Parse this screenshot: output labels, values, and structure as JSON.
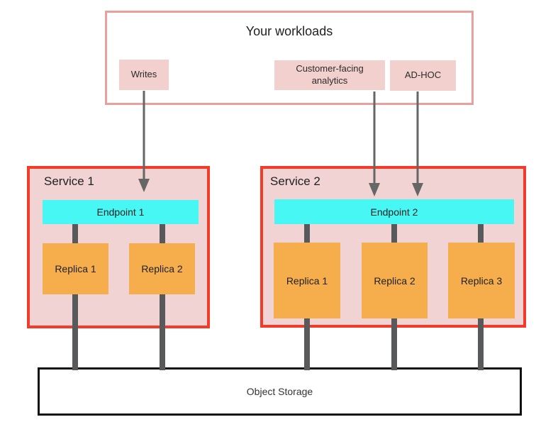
{
  "diagram": {
    "workloads": {
      "title": "Your workloads",
      "items": [
        {
          "label": "Writes"
        },
        {
          "label": "Customer-facing analytics"
        },
        {
          "label": "AD-HOC"
        }
      ]
    },
    "services": [
      {
        "title": "Service 1",
        "endpoint_label": "Endpoint 1",
        "replicas": [
          "Replica 1",
          "Replica 2"
        ]
      },
      {
        "title": "Service 2",
        "endpoint_label": "Endpoint 2",
        "replicas": [
          "Replica 1",
          "Replica 2",
          "Replica 3"
        ]
      }
    ],
    "storage": {
      "label": "Object Storage"
    },
    "colors": {
      "workloads_border": "#e9a09c",
      "chip_fill": "#f2d0cd",
      "service_border": "#f33b29",
      "service_fill": "#f0d3d2",
      "endpoint_fill": "#46f7f4",
      "replica_fill": "#f5ae4b",
      "connector_gray": "#58595b",
      "arrow_gray": "#666666",
      "storage_border": "#111111"
    }
  }
}
